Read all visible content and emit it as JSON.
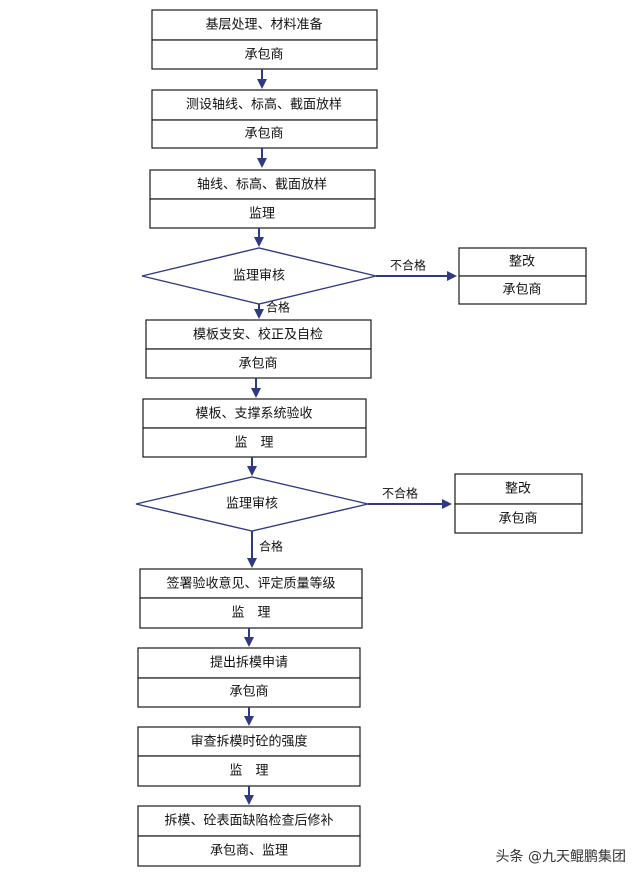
{
  "steps": [
    {
      "task": "基层处理、材料准备",
      "party": "承包商"
    },
    {
      "task": "测设轴线、标高、截面放样",
      "party": "承包商"
    },
    {
      "task": "轴线、标高、截面放样",
      "party": "监理"
    },
    {
      "task": "模板支安、校正及自检",
      "party": "承包商"
    },
    {
      "task": "模板、支撑系统验收",
      "party": "监　理"
    },
    {
      "task": "签署验收意见、评定质量等级",
      "party": "监　理"
    },
    {
      "task": "提出拆模申请",
      "party": "承包商"
    },
    {
      "task": "审查拆模时砼的强度",
      "party": "监　理"
    },
    {
      "task": "拆模、砼表面缺陷检查后修补",
      "party": "承包商、监理"
    }
  ],
  "reviews": [
    {
      "label": "监理审核",
      "pass": "合格",
      "fail": "不合格"
    },
    {
      "label": "监理审核",
      "pass": "合格",
      "fail": "不合格"
    }
  ],
  "rectify": [
    {
      "task": "整改",
      "party": "承包商"
    },
    {
      "task": "整改",
      "party": "承包商"
    }
  ],
  "watermark": "头条 @九天鲲鹏集团",
  "colors": {
    "arrow": "#2f3a80",
    "box_border": "#1a1a1a"
  }
}
